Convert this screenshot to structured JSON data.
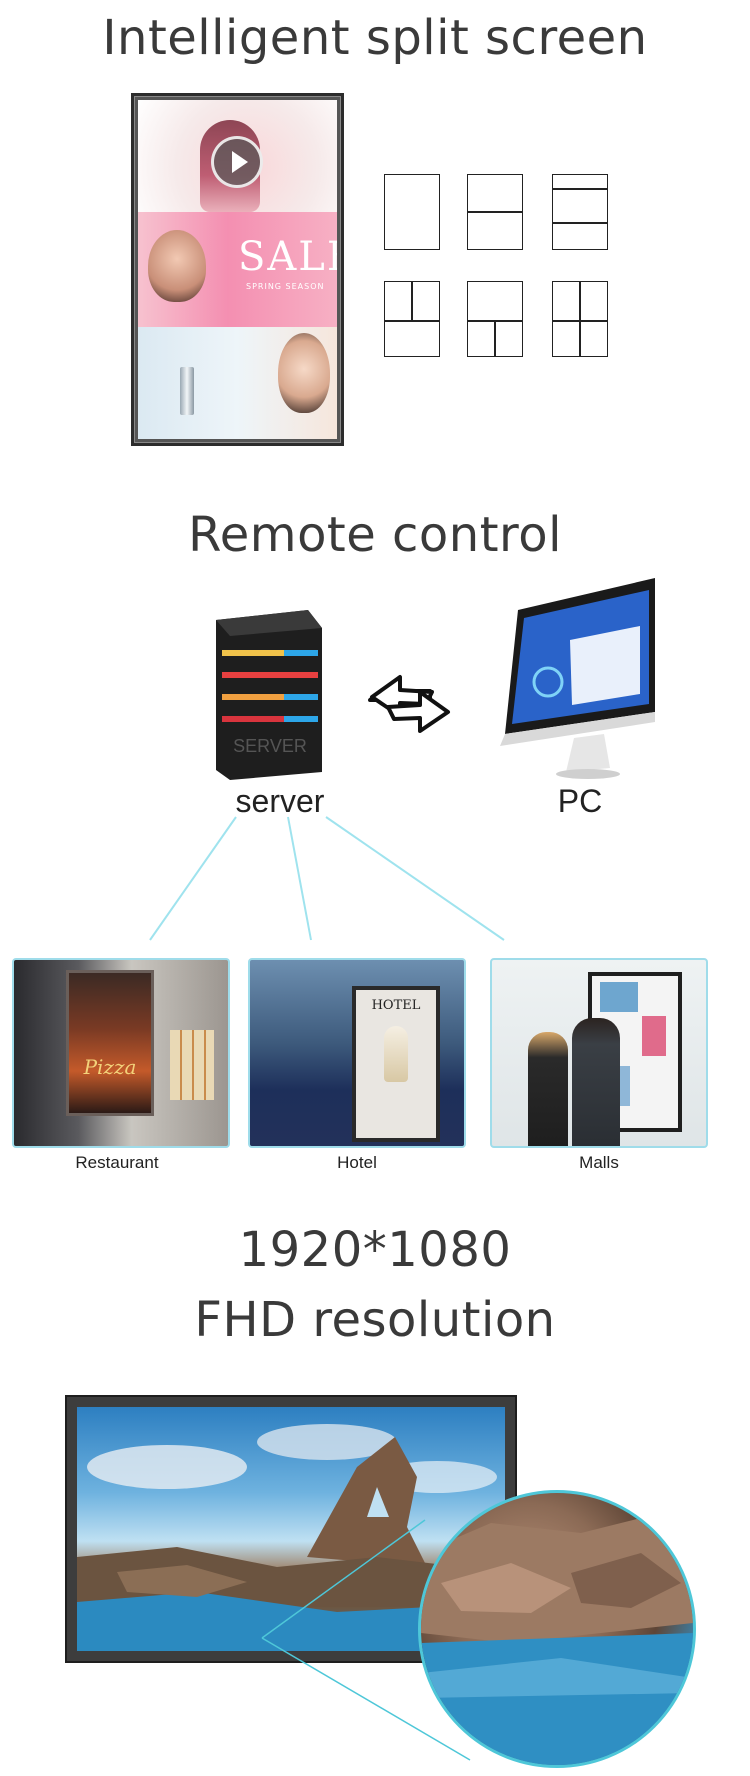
{
  "sections": {
    "split_screen": {
      "title": "Intelligent split screen"
    },
    "remote_control": {
      "title": "Remote control",
      "server_label": "server",
      "pc_label": "PC",
      "venues": [
        {
          "label": "Restaurant"
        },
        {
          "label": "Hotel"
        },
        {
          "label": "Malls"
        }
      ]
    },
    "resolution": {
      "title_line1": "1920*1080",
      "title_line2": "FHD resolution"
    }
  },
  "signage_content": {
    "sale_text": "SALE",
    "sale_subtext": "SPRING SEASON",
    "pizza_text": "Pizza",
    "hotel_text": "HOTEL",
    "server_case_text": "SERVER"
  },
  "colors": {
    "connector_lines": "#9fe3ee",
    "zoom_ring": "#4ec7d8",
    "title_text": "#3a3a3a"
  },
  "icons": [
    "play-icon",
    "server-icon",
    "bidirectional-arrow-icon",
    "desktop-monitor-icon"
  ]
}
